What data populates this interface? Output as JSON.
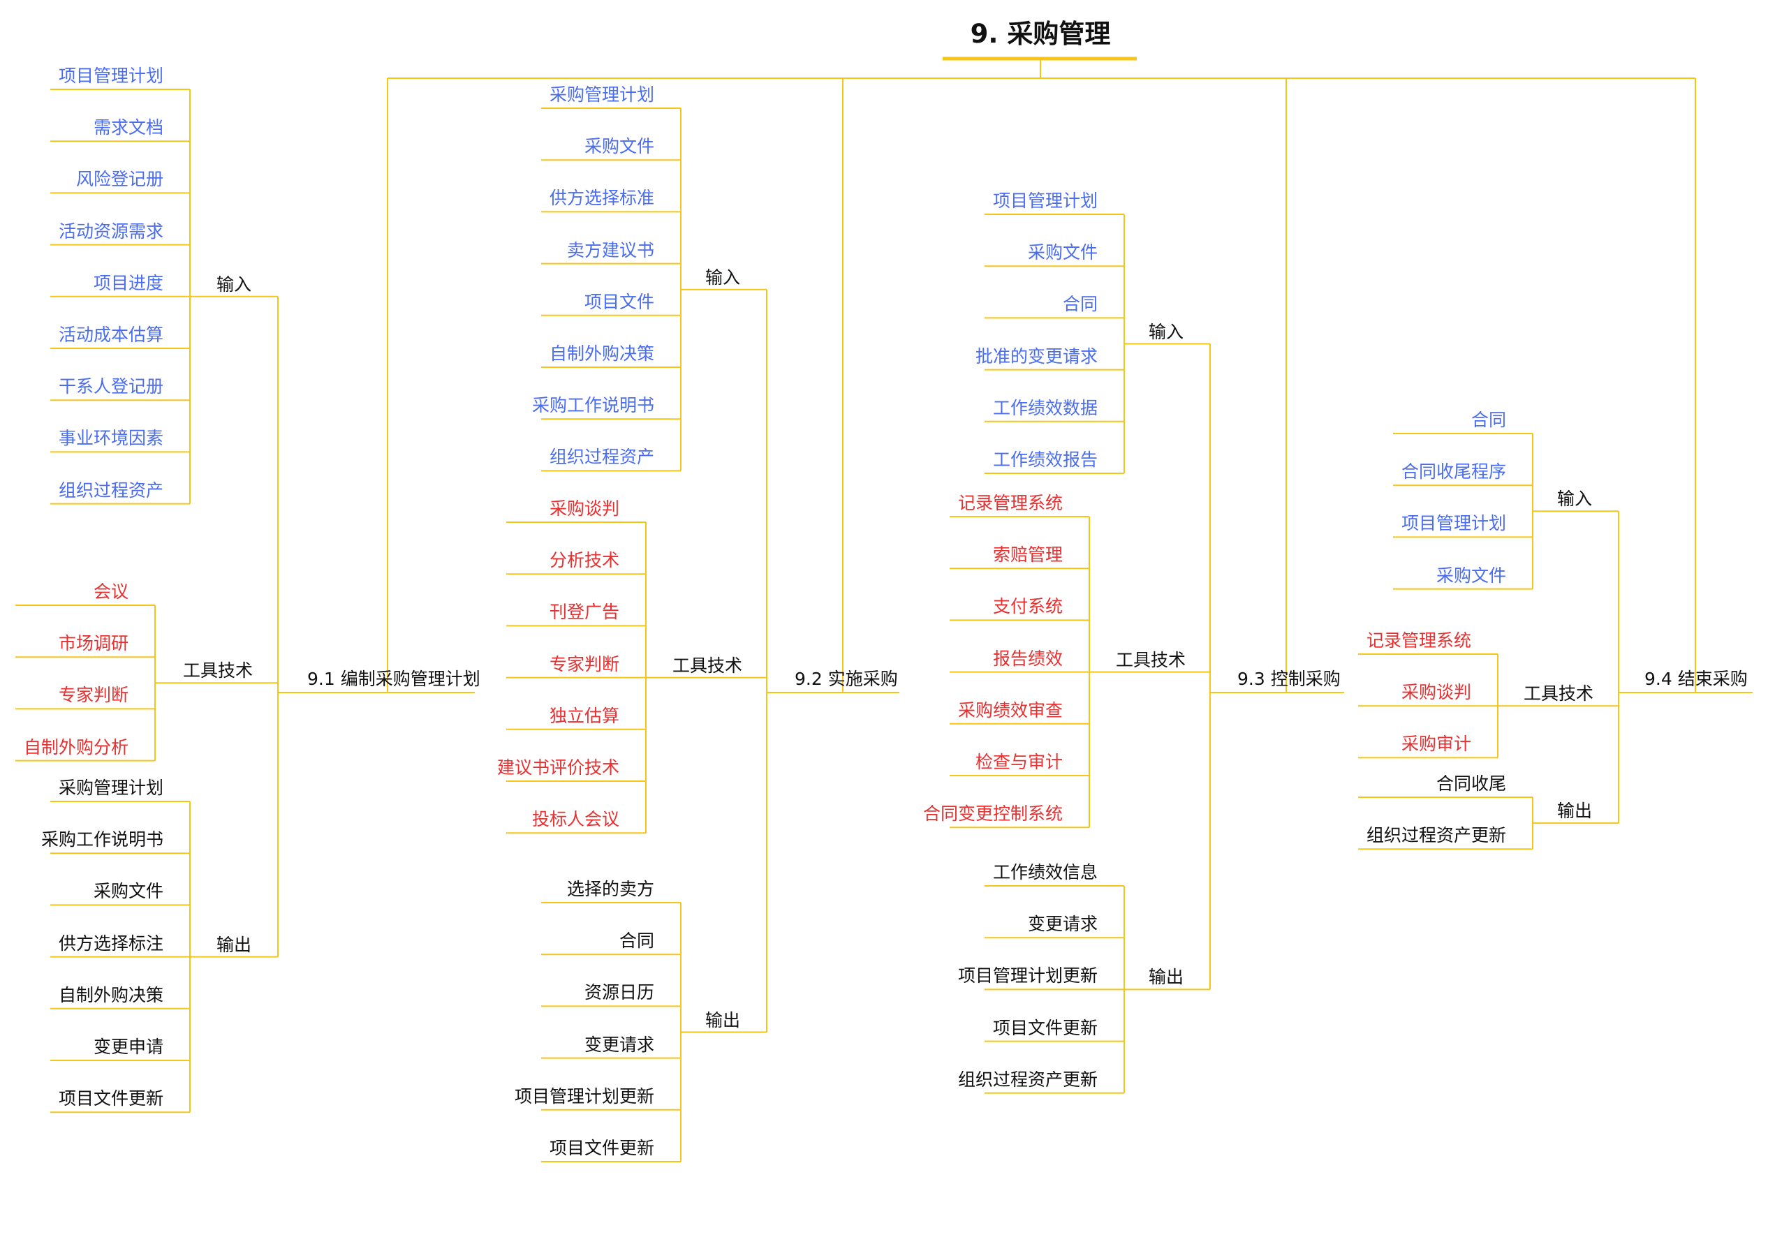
{
  "title": "9. 采购管理",
  "colors": {
    "line": "#f5c518",
    "input": "#4a6cf0",
    "tool": "#e83030",
    "output": "#111111",
    "label": "#111111"
  },
  "categories": {
    "input": "输入",
    "tools": "工具技术",
    "output": "输出"
  },
  "processes": [
    {
      "name": "9.1 编制采购管理计划",
      "input": [
        "项目管理计划",
        "需求文档",
        "风险登记册",
        "活动资源需求",
        "项目进度",
        "活动成本估算",
        "干系人登记册",
        "事业环境因素",
        "组织过程资产"
      ],
      "tools": [
        "会议",
        "市场调研",
        "专家判断",
        "自制外购分析"
      ],
      "output": [
        "采购管理计划",
        "采购工作说明书",
        "采购文件",
        "供方选择标注",
        "自制外购决策",
        "变更申请",
        "项目文件更新"
      ]
    },
    {
      "name": "9.2 实施采购",
      "input": [
        "采购管理计划",
        "采购文件",
        "供方选择标准",
        "卖方建议书",
        "项目文件",
        "自制外购决策",
        "采购工作说明书",
        "组织过程资产"
      ],
      "tools": [
        "采购谈判",
        "分析技术",
        "刊登广告",
        "专家判断",
        "独立估算",
        "建议书评价技术",
        "投标人会议"
      ],
      "output": [
        "选择的卖方",
        "合同",
        "资源日历",
        "变更请求",
        "项目管理计划更新",
        "项目文件更新"
      ]
    },
    {
      "name": "9.3 控制采购",
      "input": [
        "项目管理计划",
        "采购文件",
        "合同",
        "批准的变更请求",
        "工作绩效数据",
        "工作绩效报告"
      ],
      "tools": [
        "记录管理系统",
        "索赔管理",
        "支付系统",
        "报告绩效",
        "采购绩效审查",
        "检查与审计",
        "合同变更控制系统"
      ],
      "output": [
        "工作绩效信息",
        "变更请求",
        "项目管理计划更新",
        "项目文件更新",
        "组织过程资产更新"
      ]
    },
    {
      "name": "9.4 结束采购",
      "input": [
        "合同",
        "合同收尾程序",
        "项目管理计划",
        "采购文件"
      ],
      "tools": [
        "记录管理系统",
        "采购谈判",
        "采购审计"
      ],
      "output": [
        "合同收尾",
        "组织过程资产更新"
      ]
    }
  ]
}
